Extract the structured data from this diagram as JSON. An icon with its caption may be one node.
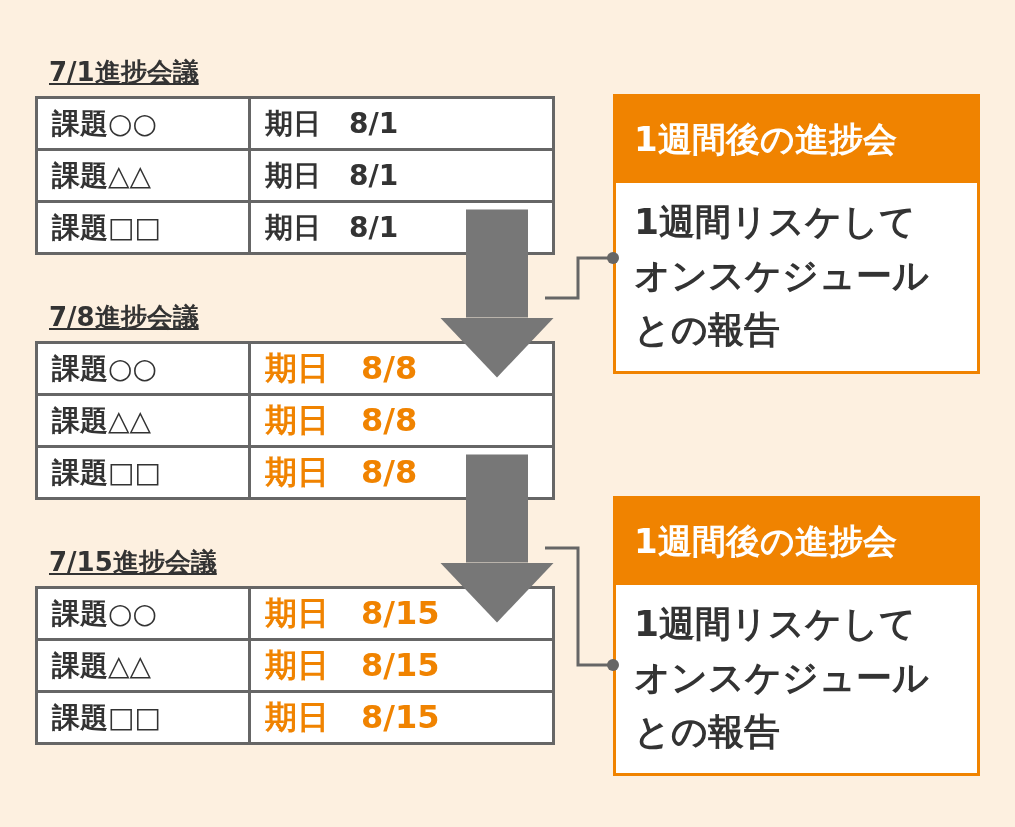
{
  "diagram": {
    "nodes": [
      {
        "text": [
          "7/1進捗会議"
        ]
      },
      {
        "text": [
          "課題○○"
        ],
        "in": 0
      },
      {
        "text": [
          "期日　8/1"
        ],
        "in": 0
      },
      {
        "text": [
          "課題△△"
        ],
        "in": 0
      },
      {
        "text": [
          "期日　8/1"
        ],
        "in": 0
      },
      {
        "text": [
          "課題□□"
        ],
        "in": 0
      },
      {
        "text": [
          "期日　8/1"
        ],
        "in": 0
      },
      {
        "text": [
          "7/8進捗会議"
        ]
      },
      {
        "text": [
          "課題○○"
        ],
        "in": 7
      },
      {
        "text": [
          "期日　8/8"
        ],
        "in": 7
      },
      {
        "text": [
          "課題△△"
        ],
        "in": 7
      },
      {
        "text": [
          "期日　8/8"
        ],
        "in": 7
      },
      {
        "text": [
          "課題□□"
        ],
        "in": 7
      },
      {
        "text": [
          "期日　8/8"
        ],
        "in": 7
      },
      {
        "text": [
          "7/15進捗会議"
        ]
      },
      {
        "text": [
          "課題○○"
        ],
        "in": 14
      },
      {
        "text": [
          "期日　8/15"
        ],
        "in": 14
      },
      {
        "text": [
          "課題△△"
        ],
        "in": 14
      },
      {
        "text": [
          "期日　8/15"
        ],
        "in": 14
      },
      {
        "text": [
          "課題□□"
        ],
        "in": 14
      },
      {
        "text": [
          "期日　8/15"
        ],
        "in": 14
      },
      {
        "text": [
          "1週間後の進捗会",
          "1週間リスケしてオンスケジュールとの報告"
        ]
      },
      {
        "text": [
          "1週間後の進捗会",
          "1週間リスケしてオンスケジュールとの報告"
        ]
      }
    ],
    "edges": [
      {
        "from": 6,
        "to": 9,
        "arrow": "to",
        "style": "thick"
      },
      {
        "from": 13,
        "to": 16,
        "arrow": "to",
        "style": "thick"
      },
      {
        "from": 21,
        "to": null,
        "arrow": "other"
      },
      {
        "from": 22,
        "to": null,
        "arrow": "other"
      }
    ]
  }
}
